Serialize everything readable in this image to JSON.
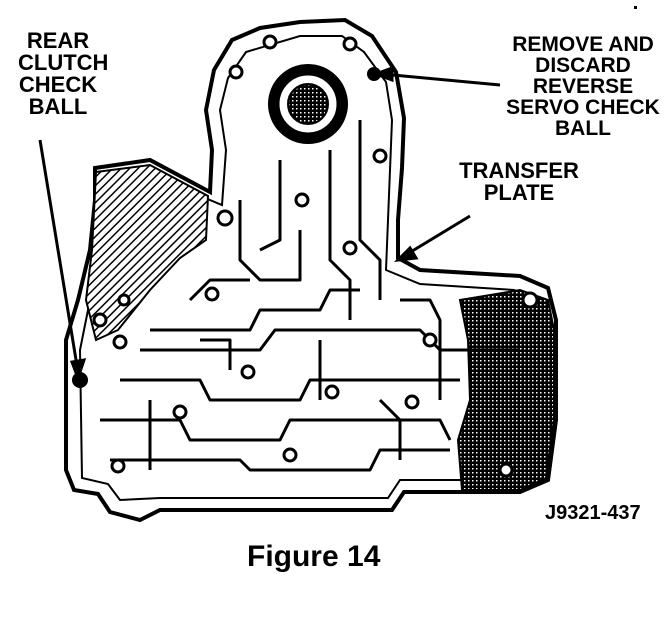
{
  "callouts": {
    "rear_clutch_check_ball": [
      "REAR",
      "CLUTCH",
      "CHECK",
      "BALL"
    ],
    "remove_and_discard": [
      "REMOVE AND",
      "DISCARD",
      "REVERSE",
      "SERVO CHECK",
      "BALL"
    ],
    "transfer_plate": [
      "TRANSFER",
      "PLATE"
    ]
  },
  "figure_code": "J9321-437",
  "caption": "Figure 14",
  "colors": {
    "ink": "#000000",
    "paper": "#ffffff"
  }
}
